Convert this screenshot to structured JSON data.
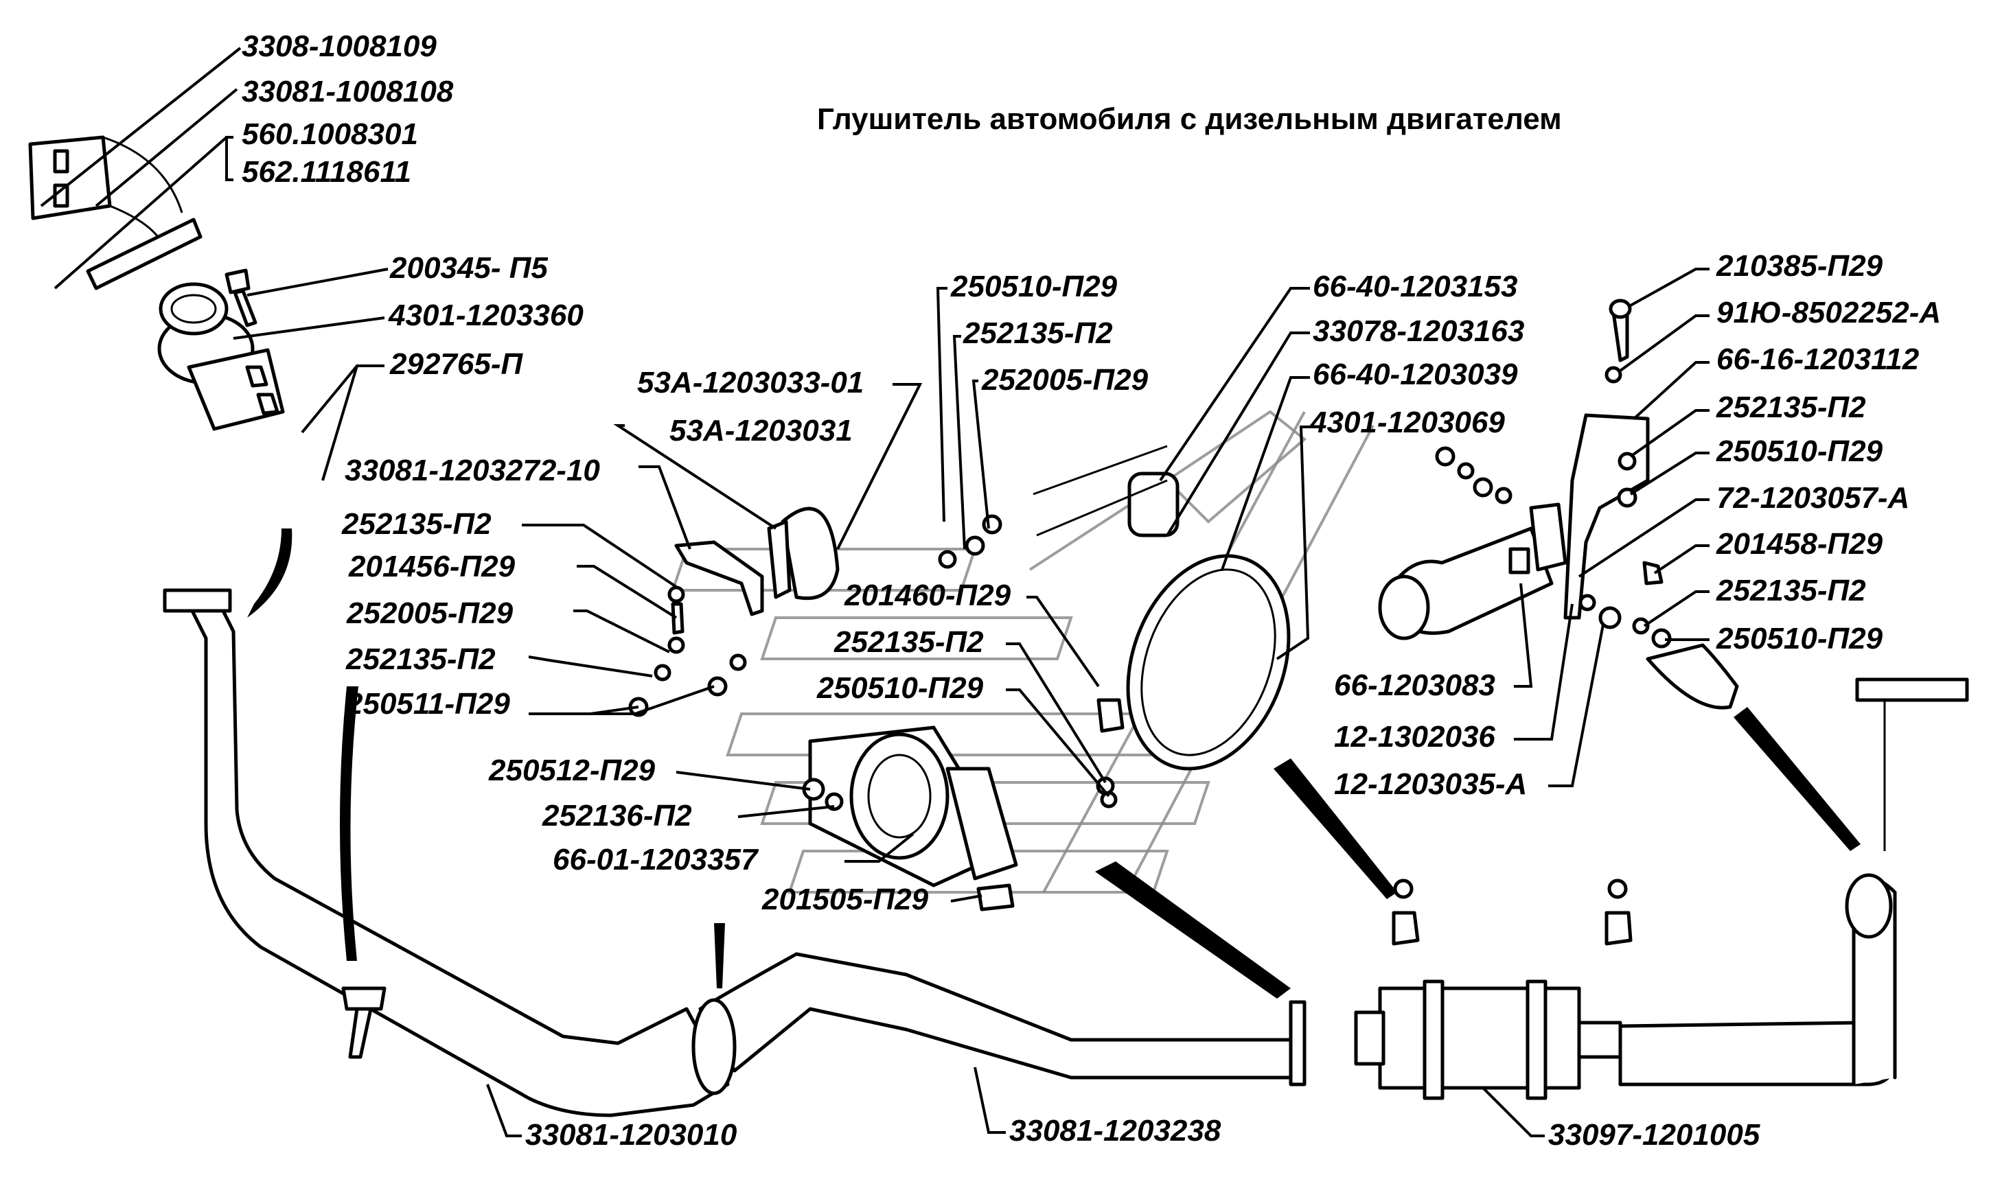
{
  "title": "Глушитель автомобиля с дизельным двигателем",
  "labels": {
    "l01": "3308-1008109",
    "l02": "33081-1008108",
    "l03": "560.1008301",
    "l04": "562.1118611",
    "l05": "200345- П5",
    "l06": "4301-1203360",
    "l07": "292765-П",
    "l08": "53А-1203033-01",
    "l09": "53А-1203031",
    "l10": "33081-1203272-10",
    "l11": "252135-П2",
    "l12": "201456-П29",
    "l13": "252005-П29",
    "l14": "252135-П2",
    "l15": "250511-П29",
    "l16": "250510-П29",
    "l17": "252135-П2",
    "l18": "252005-П29",
    "l19": "66-40-1203153",
    "l20": "33078-1203163",
    "l21": "66-40-1203039",
    "l22": "4301-1203069",
    "l23": "201460-П29",
    "l24": "252135-П2",
    "l25": "250510-П29",
    "l26": "250512-П29",
    "l27": "252136-П2",
    "l28": "66-01-1203357",
    "l29": "201505-П29",
    "l30": "210385-П29",
    "l31": "91Ю-8502252-А",
    "l32": "66-16-1203112",
    "l33": "252135-П2",
    "l34": "250510-П29",
    "l35": "72-1203057-А",
    "l36": "201458-П29",
    "l37": "252135-П2",
    "l38": "250510-П29",
    "l39": "66-1203083",
    "l40": "12-1302036",
    "l41": "12-1203035-А",
    "l42": "33081-1203010",
    "l43": "33081-1203238",
    "l44": "33097-1201005"
  }
}
